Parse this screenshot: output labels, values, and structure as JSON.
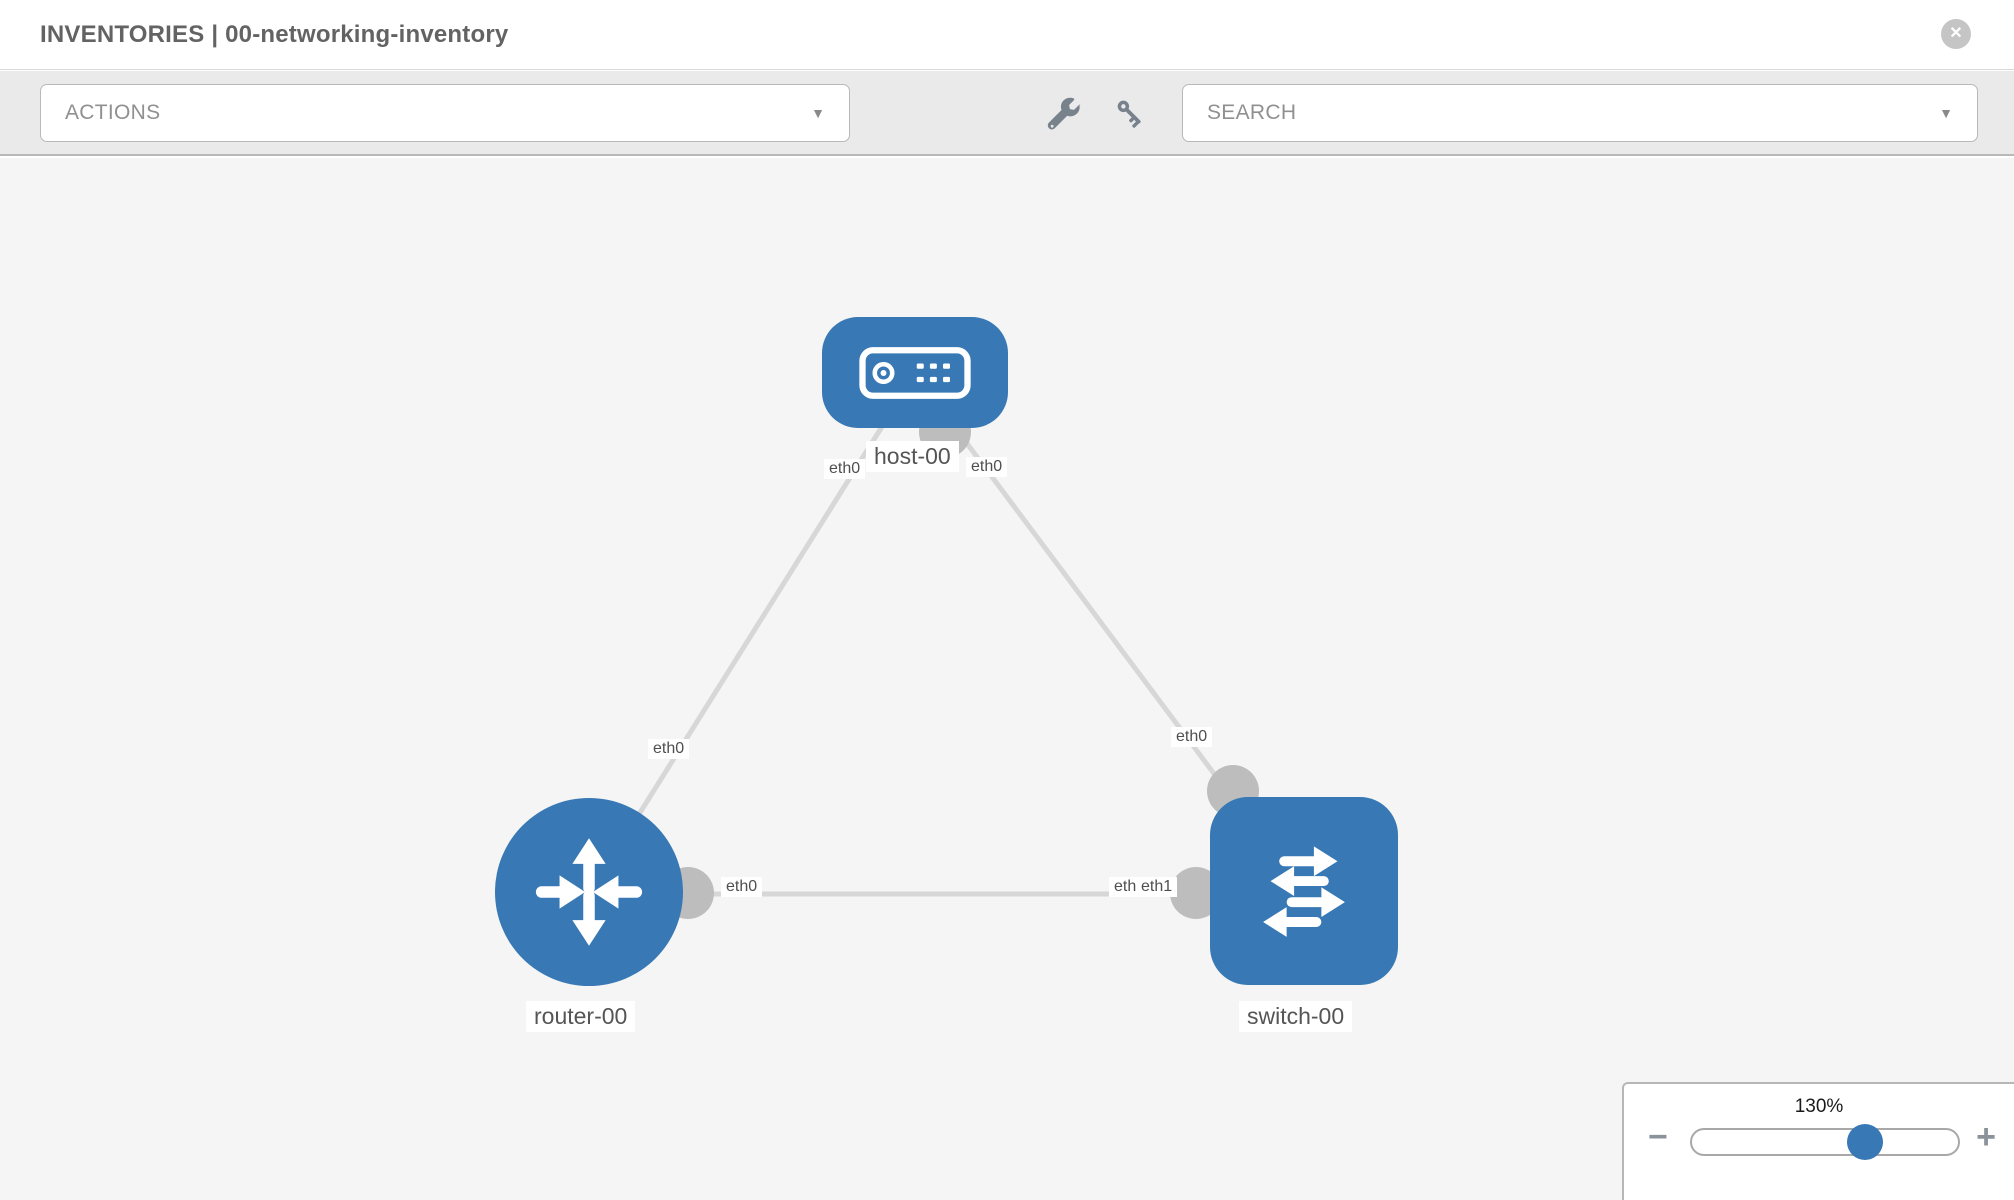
{
  "header": {
    "title": "INVENTORIES | 00-networking-inventory"
  },
  "toolbar": {
    "actions_label": "ACTIONS",
    "search_label": "SEARCH"
  },
  "icons": {
    "close": "✕",
    "caret_down": "▼",
    "minus": "−",
    "plus": "+"
  },
  "canvas": {
    "nodes": [
      {
        "id": "host-00",
        "type": "host",
        "label": "host-00"
      },
      {
        "id": "router-00",
        "type": "router",
        "label": "router-00"
      },
      {
        "id": "switch-00",
        "type": "switch",
        "label": "switch-00"
      }
    ],
    "links": [
      {
        "from": "host-00",
        "from_interface": "eth0",
        "to": "router-00",
        "to_interface": "eth0"
      },
      {
        "from": "host-00",
        "from_interface": "eth0",
        "to": "switch-00",
        "to_interface": "eth0"
      },
      {
        "from": "router-00",
        "from_interface": "eth0",
        "to": "switch-00",
        "to_interface": "eth1"
      }
    ],
    "interface_labels": [
      {
        "position": "host-left",
        "text": "eth0"
      },
      {
        "position": "host-right",
        "text": "eth0"
      },
      {
        "position": "router-top",
        "text": "eth0"
      },
      {
        "position": "switch-top",
        "text": "eth0"
      },
      {
        "position": "router-right",
        "text": "eth0"
      },
      {
        "position": "switch-left-under",
        "text": "eth0"
      },
      {
        "position": "switch-left-over",
        "text": "eth1"
      }
    ]
  },
  "zoom_control": {
    "value": "130%",
    "percent": 130
  },
  "colors": {
    "node_blue": "#3878b4",
    "edge_gray": "#d7d7d7",
    "interface_gray": "#bdbdbd",
    "canvas_bg": "#f5f5f5",
    "toolbar_bg": "#eaeaea"
  }
}
